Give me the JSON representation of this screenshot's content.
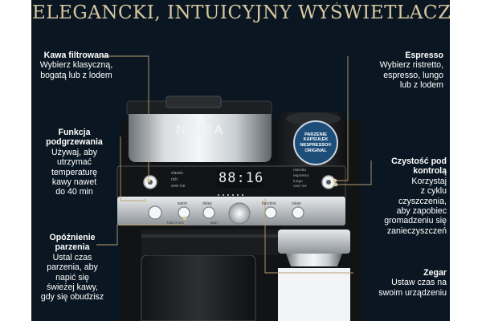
{
  "headline": "ELEGANCKI, INTUICYJNY WYŚWIETLACZ",
  "brand": "NINJA",
  "badge": {
    "line1": "PARZENIE",
    "line2": "KAPSUŁEK",
    "line3": "NESPRESSO®",
    "line4": "ORIGINAL"
  },
  "callouts": {
    "kawa": {
      "title": "Kawa filtrowana",
      "lines": [
        "Wybierz klasyczną,",
        "bogatą lub z lodem"
      ]
    },
    "espresso": {
      "title": "Espresso",
      "lines": [
        "Wybierz ristretto,",
        "espresso, lungo",
        "lub z lodem"
      ]
    },
    "funkcja": {
      "title_lines": [
        "Funkcja",
        "podgrzewania"
      ],
      "lines": [
        "Używaj, aby",
        "utrzymać",
        "temperaturę",
        "kawy nawet",
        "do 40 min"
      ]
    },
    "czystosc": {
      "title_lines": [
        "Czystość pod",
        "kontrolą"
      ],
      "lines": [
        "Korzystaj",
        "z cyklu",
        "czyszczenia,",
        "aby zapobiec",
        "gromadzeniu się",
        "zanieczyszczeń"
      ]
    },
    "opoznienie": {
      "title_lines": [
        "Opóźnienie",
        "parzenia"
      ],
      "lines": [
        "Ustal czas",
        "parzenia, aby",
        "napić się",
        "świeżej kawy,",
        "gdy się obudzisz"
      ]
    },
    "zegar": {
      "title": "Zegar",
      "lines": [
        "Ustaw czas na",
        "swoim urządzeniu"
      ]
    }
  },
  "display": {
    "time": "88:16",
    "mode_left": [
      "classic",
      "rich",
      "over ice"
    ],
    "mode_right": [
      "ristretto",
      "espresso",
      "lungo",
      "over ice"
    ]
  },
  "buttons": {
    "warm": "warm",
    "delay": "delay",
    "function": "function",
    "clean": "clean",
    "hold": "hold 3 sec",
    "start": "start"
  },
  "colors": {
    "background": "#0a1722",
    "gold": "#d8c7a0",
    "text": "#ffffff"
  }
}
